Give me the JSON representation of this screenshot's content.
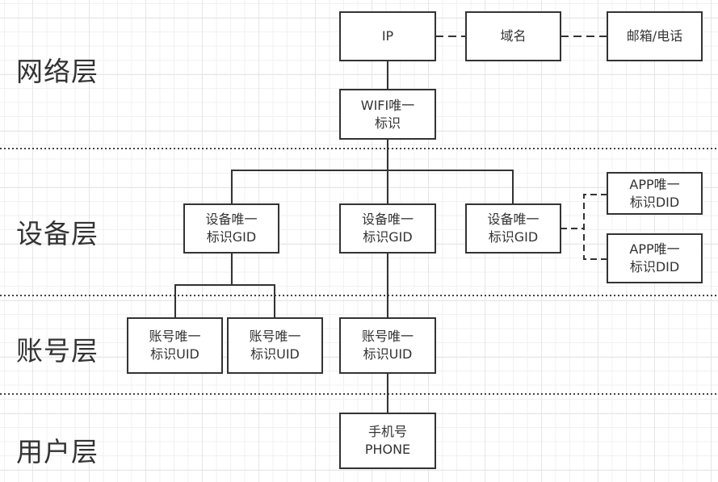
{
  "layers": [
    {
      "label": "网络层"
    },
    {
      "label": "设备层"
    },
    {
      "label": "账号层"
    },
    {
      "label": "用户层"
    }
  ],
  "nodes": {
    "ip": "IP",
    "domain": "域名",
    "email_phone": "邮箱/电话",
    "wifi": "WIFI唯一\n标识",
    "gid_1": "设备唯一\n标识GID",
    "gid_2": "设备唯一\n标识GID",
    "gid_3": "设备唯一\n标识GID",
    "did_1": "APP唯一\n标识DID",
    "did_2": "APP唯一\n标识DID",
    "uid_1": "账号唯一\n标识UID",
    "uid_2": "账号唯一\n标识UID",
    "uid_3": "账号唯一\n标识UID",
    "phone": "手机号\nPHONE"
  },
  "colors": {
    "stroke": "#333333",
    "grid": "#e6e6e6"
  }
}
